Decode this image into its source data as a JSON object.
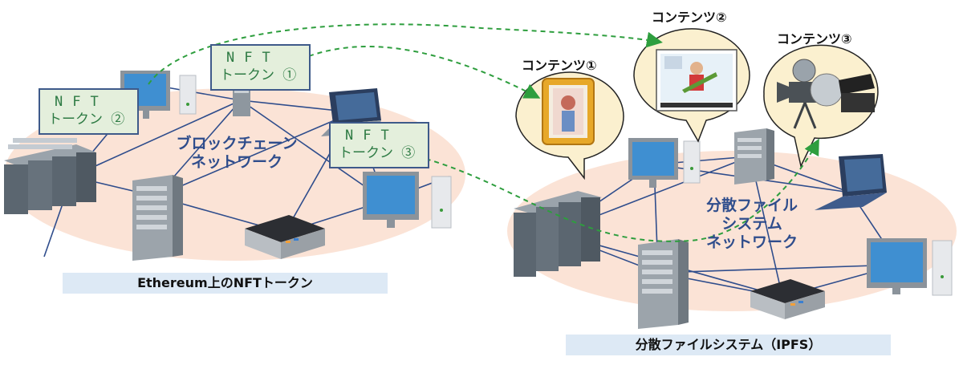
{
  "left_network": {
    "label_line1": "ブロックチェーン",
    "label_line2": "ネットワーク",
    "caption": "Ethereum上のNFTトークン"
  },
  "right_network": {
    "label_line1": "分散ファイル",
    "label_line2": "システム",
    "label_line3": "ネットワーク",
    "caption": "分散ファイルシステム（IPFS）"
  },
  "tokens": [
    {
      "line1": "NFT",
      "line2": "トークン ①"
    },
    {
      "line1": "NFT",
      "line2": "トークン ②"
    },
    {
      "line1": "NFT",
      "line2": "トークン ③"
    }
  ],
  "contents": [
    {
      "title": "コンテンツ①"
    },
    {
      "title": "コンテンツ②"
    },
    {
      "title": "コンテンツ③"
    }
  ],
  "colors": {
    "ellipse_fill": "#fbe3d6",
    "network_line": "#2f4d8c",
    "token_fill": "#e4efdc",
    "token_text": "#2e7b44",
    "arrow": "#2e9e3e",
    "bubble_fill": "#fbf0cf",
    "caption_fill": "#dde9f5"
  }
}
